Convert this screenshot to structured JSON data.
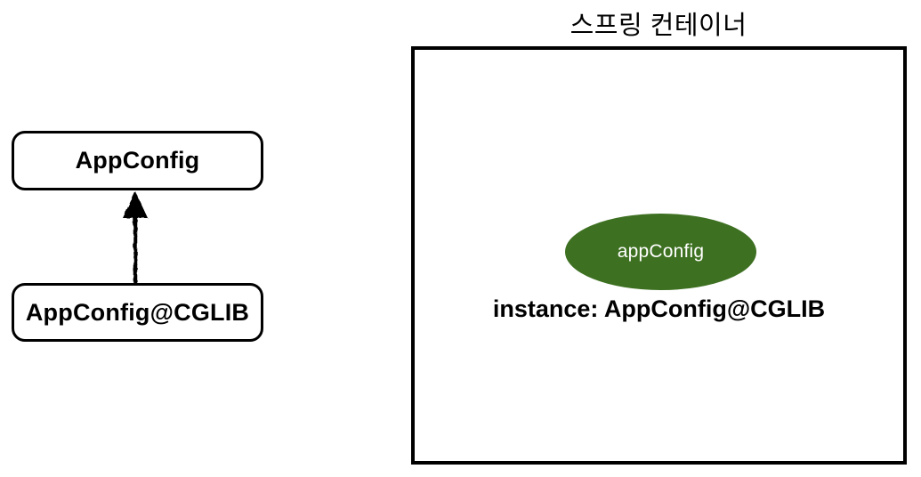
{
  "class_diagram": {
    "parent_box_label": "AppConfig",
    "child_box_label": "AppConfig@CGLIB",
    "arrow_icon": "filled-up-arrow"
  },
  "spring_container": {
    "title": "스프링 컨테이너",
    "bean_name": "appConfig",
    "instance_label": "instance: AppConfig@CGLIB"
  },
  "colors": {
    "bean_fill": "#3D7021",
    "bean_text": "#ffffff",
    "outline": "#000000",
    "background": "#ffffff"
  }
}
